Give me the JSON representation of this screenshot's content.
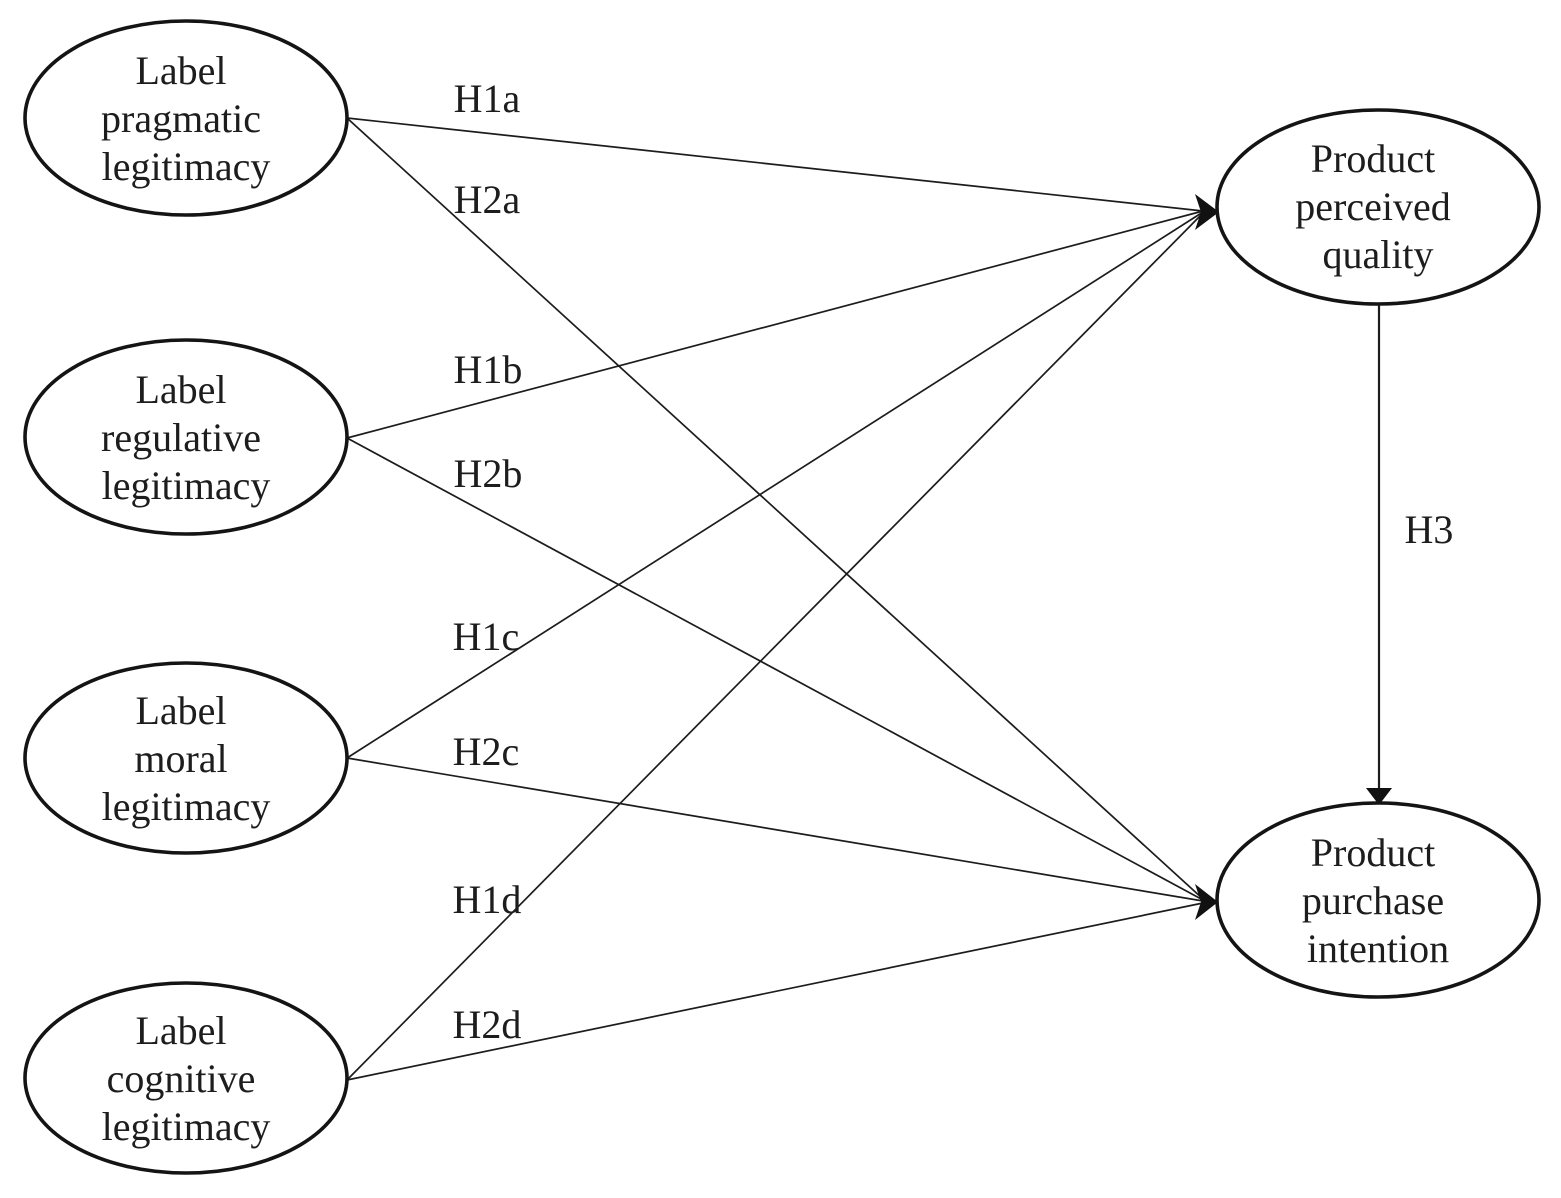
{
  "figure": {
    "type": "path-diagram",
    "background_color": "#ffffff",
    "stroke_color": "#1c1c1c",
    "node_fill_color": "#ffffff",
    "nodes": [
      {
        "id": "label-pragmatic-legitimacy",
        "lines": [
          "Label",
          "pragmatic",
          "legitimacy"
        ]
      },
      {
        "id": "label-regulative-legitimacy",
        "lines": [
          "Label",
          "regulative",
          "legitimacy"
        ]
      },
      {
        "id": "label-moral-legitimacy",
        "lines": [
          "Label",
          "moral",
          "legitimacy"
        ]
      },
      {
        "id": "label-cognitive-legitimacy",
        "lines": [
          "Label",
          "cognitive",
          "legitimacy"
        ]
      },
      {
        "id": "product-perceived-quality",
        "lines": [
          "Product",
          "perceived",
          "quality"
        ]
      },
      {
        "id": "product-purchase-intention",
        "lines": [
          "Product",
          "purchase",
          "intention"
        ]
      }
    ],
    "edges": [
      {
        "label": "H1a",
        "from": "label-pragmatic-legitimacy",
        "to": "product-perceived-quality"
      },
      {
        "label": "H2a",
        "from": "label-pragmatic-legitimacy",
        "to": "product-purchase-intention"
      },
      {
        "label": "H1b",
        "from": "label-regulative-legitimacy",
        "to": "product-perceived-quality"
      },
      {
        "label": "H2b",
        "from": "label-regulative-legitimacy",
        "to": "product-purchase-intention"
      },
      {
        "label": "H1c",
        "from": "label-moral-legitimacy",
        "to": "product-perceived-quality"
      },
      {
        "label": "H2c",
        "from": "label-moral-legitimacy",
        "to": "product-purchase-intention"
      },
      {
        "label": "H1d",
        "from": "label-cognitive-legitimacy",
        "to": "product-perceived-quality"
      },
      {
        "label": "H2d",
        "from": "label-cognitive-legitimacy",
        "to": "product-purchase-intention"
      },
      {
        "label": "H3",
        "from": "product-perceived-quality",
        "to": "product-purchase-intention"
      }
    ]
  }
}
